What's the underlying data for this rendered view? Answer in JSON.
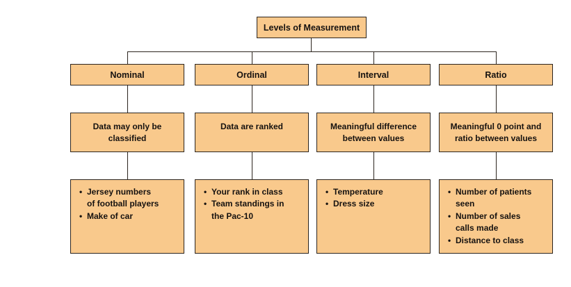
{
  "diagram": {
    "title": "Levels of Measurement",
    "bullet_icon": "•",
    "columns": [
      {
        "label": "Nominal",
        "description": "Data may only be\nclassified",
        "examples": [
          "Jersey numbers\nof football players",
          "Make of car"
        ]
      },
      {
        "label": "Ordinal",
        "description": "Data are ranked",
        "examples": [
          "Your rank in class",
          "Team standings in\nthe Pac-10"
        ]
      },
      {
        "label": "Interval",
        "description": "Meaningful difference\nbetween values",
        "examples": [
          "Temperature",
          "Dress size"
        ]
      },
      {
        "label": "Ratio",
        "description": "Meaningful 0 point and\nratio between values",
        "examples": [
          "Number of patients\nseen",
          "Number of sales\ncalls made",
          "Distance to class"
        ]
      }
    ],
    "colors": {
      "box_fill": "#F9C98C",
      "box_border": "#2B241E",
      "line": "#2B241E",
      "text": "#161210",
      "background": "#FFFFFF"
    }
  }
}
